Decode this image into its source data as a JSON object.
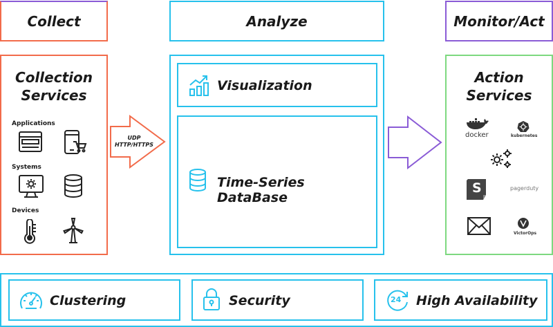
{
  "headers": {
    "collect": "Collect",
    "analyze": "Analyze",
    "monitor": "Monitor/Act"
  },
  "collection": {
    "title_line1": "Collection",
    "title_line2": "Services",
    "groups": [
      "Applications",
      "Systems",
      "Devices"
    ]
  },
  "arrow_left": {
    "line1": "UDP",
    "line2": "HTTP/HTTPS"
  },
  "analyze": {
    "visualization": "Visualization",
    "database": "Time-Series DataBase"
  },
  "action": {
    "title_line1": "Action",
    "title_line2": "Services",
    "logos": {
      "docker": "docker",
      "kubernetes": "kubernetes",
      "pagerduty": "pagerduty",
      "victorops": "VictorOps",
      "slack_letter": "S"
    }
  },
  "footer": {
    "clustering": "Clustering",
    "security": "Security",
    "ha": "High Availability",
    "ha_badge": "24"
  },
  "colors": {
    "orange": "#f26b4a",
    "cyan": "#26c1ec",
    "purple": "#8a5bd6",
    "green": "#7dd87f",
    "dark": "#222222"
  },
  "icons": [
    "window-icon",
    "mobile-cart-icon",
    "monitor-gear-icon",
    "database-icon",
    "thermometer-icon",
    "wind-turbine-icon",
    "chart-icon",
    "docker-icon",
    "kubernetes-icon",
    "gears-icon",
    "slack-icon",
    "mail-icon",
    "victorops-icon",
    "speedometer-icon",
    "lock-icon",
    "clock-24-icon"
  ]
}
